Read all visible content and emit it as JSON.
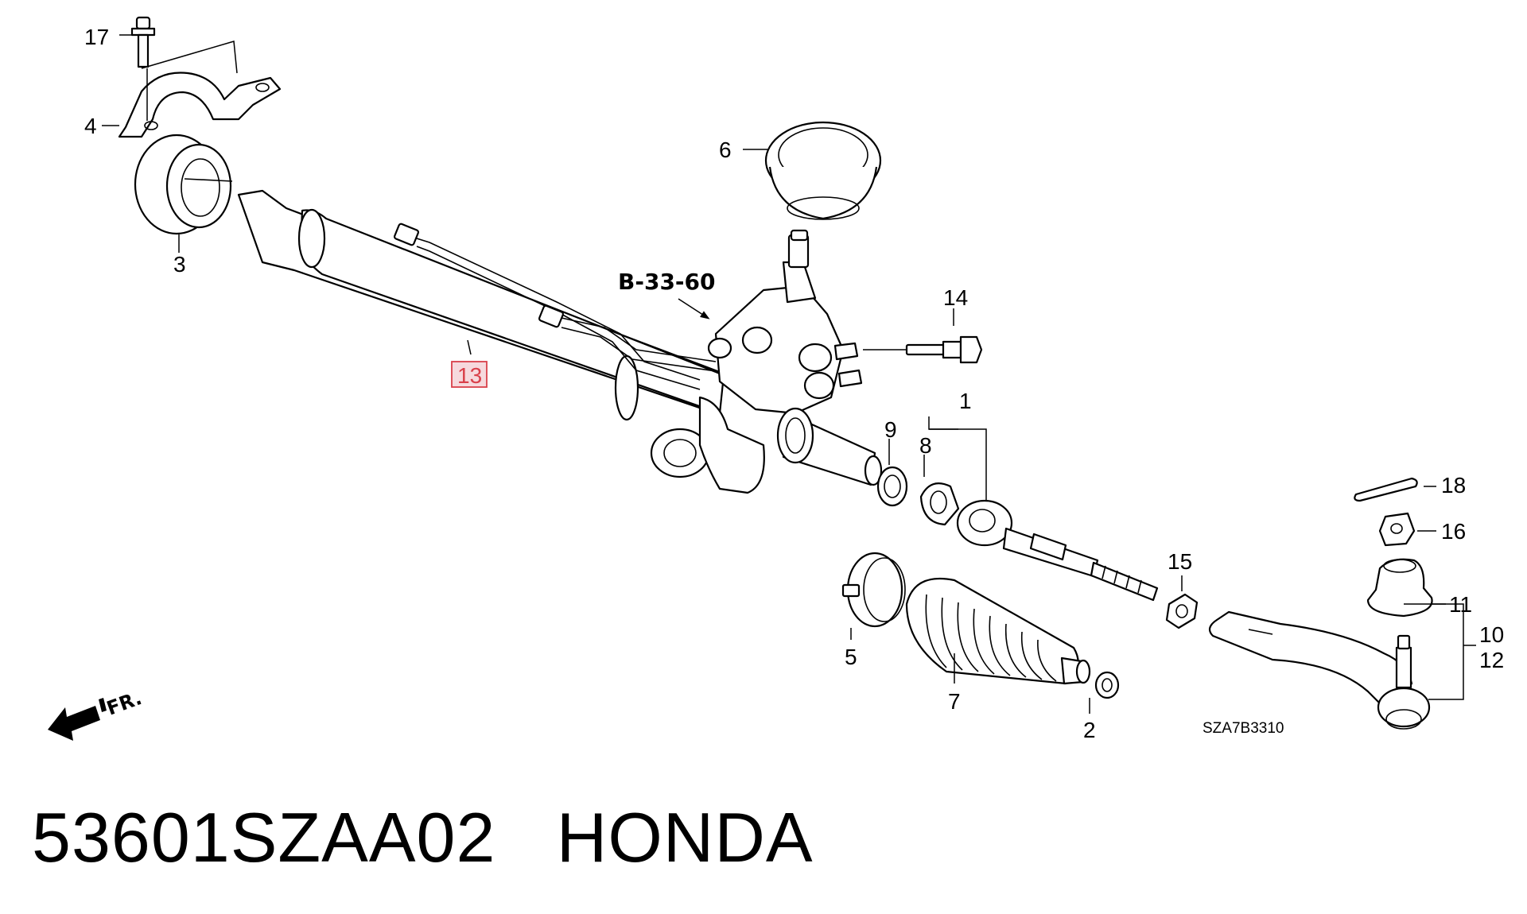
{
  "caption": {
    "part_number": "53601SZAA02",
    "brand": "HONDA"
  },
  "diagram": {
    "reference_link": "B-33-60",
    "diagram_code": "SZA7B3310",
    "direction_label": "FR.",
    "highlighted_callout": "13",
    "callouts": {
      "c1": "1",
      "c2": "2",
      "c3": "3",
      "c4": "4",
      "c5": "5",
      "c6": "6",
      "c7": "7",
      "c8": "8",
      "c9": "9",
      "c10": "10",
      "c11": "11",
      "c12": "12",
      "c13": "13",
      "c14": "14",
      "c15": "15",
      "c16": "16",
      "c17": "17",
      "c18": "18"
    }
  }
}
